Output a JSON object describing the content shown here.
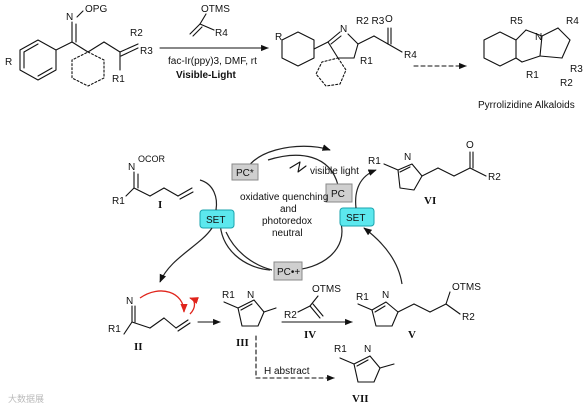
{
  "top_scheme": {
    "substrate": {
      "opg_label": "OPG",
      "r_label": "R",
      "r3_label": "R3",
      "r1_label": "R1",
      "r2_label": "R2"
    },
    "reagent": {
      "otms_label": "OTMS",
      "r4_label": "R4"
    },
    "conditions": {
      "catalyst": "fac-Ir(ppy)3, DMF, rt",
      "light": "Visible-Light"
    },
    "product": {
      "n_label": "N",
      "r_label": "R",
      "r2r3_label": "R2 R3",
      "r1_label": "R1",
      "r4_label": "R4",
      "o_label": "O"
    },
    "alkaloid": {
      "r5_label": "R5",
      "n_label": "N",
      "r4_label": "R4",
      "r1_label": "R1",
      "r2_label": "R2",
      "r3_label": "R3",
      "caption": "Pyrrolizidine Alkaloids"
    }
  },
  "cycle": {
    "visible_light": "visible light",
    "pc_star": "PC*",
    "pc": "PC",
    "pc_radical_cation": "PC•+",
    "set_left": "SET",
    "set_right": "SET",
    "center_text": [
      "oxidative quenching",
      "and",
      "photoredox",
      "neutral"
    ]
  },
  "compounds": {
    "I": {
      "label": "I",
      "ocor": "OCOR",
      "r1": "R1"
    },
    "II": {
      "label": "II",
      "r1": "R1",
      "n": "N"
    },
    "III": {
      "label": "III",
      "r1": "R1",
      "n": "N"
    },
    "IV": {
      "label": "IV",
      "otms": "OTMS",
      "r2": "R2"
    },
    "V": {
      "label": "V",
      "otms": "OTMS",
      "r1": "R1",
      "r2": "R2",
      "n": "N"
    },
    "VI": {
      "label": "VI",
      "r1": "R1",
      "r2": "R2",
      "n": "N",
      "o": "O"
    },
    "VII": {
      "label": "VII",
      "r1": "R1",
      "n": "N"
    }
  },
  "h_abstract": "H abstract",
  "watermark": "大数据展"
}
